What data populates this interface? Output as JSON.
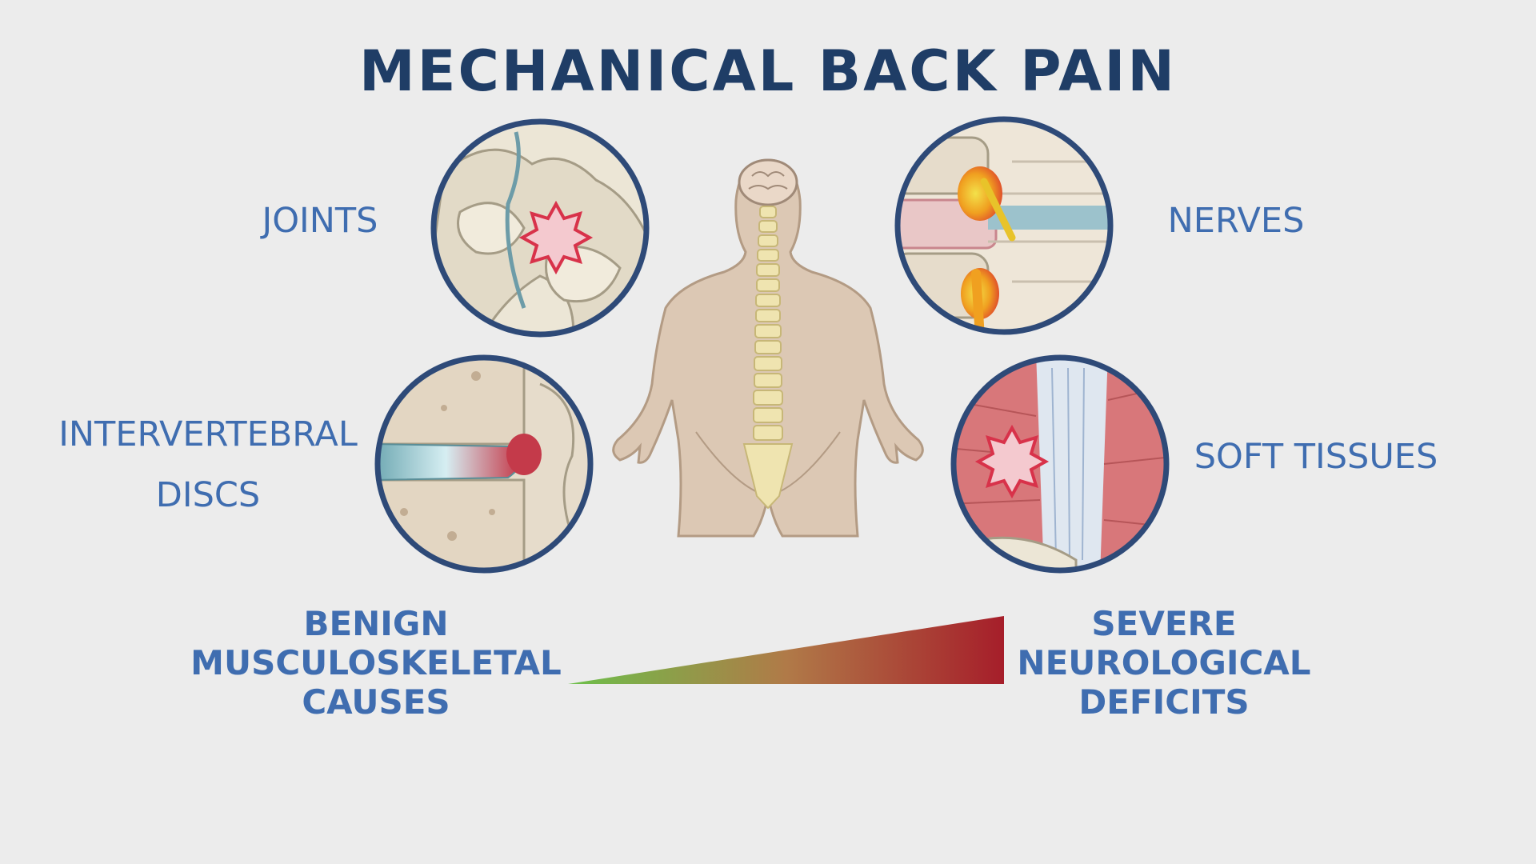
{
  "title": "MECHANICAL BACK PAIN",
  "labels": {
    "joints": "JOINTS",
    "nerves": "NERVES",
    "discs_line1": "INTERVERTEBRAL",
    "discs_line2": "DISCS",
    "soft_tissues": "SOFT TISSUES"
  },
  "spectrum": {
    "left_line1": "BENIGN",
    "left_line2": "MUSCULOSKELETAL",
    "left_line3": "CAUSES",
    "right_line1": "SEVERE",
    "right_line2": "NEUROLOGICAL",
    "right_line3": "DEFICITS",
    "colors": {
      "start": "#6cc04a",
      "middle": "#b07a48",
      "end": "#a61e2a"
    }
  },
  "colors": {
    "title": "#1f3d66",
    "label": "#3f6db0",
    "circle_border": "#2e4a78",
    "skin": "#dcc8b4",
    "pain_star": "#d8324a"
  }
}
